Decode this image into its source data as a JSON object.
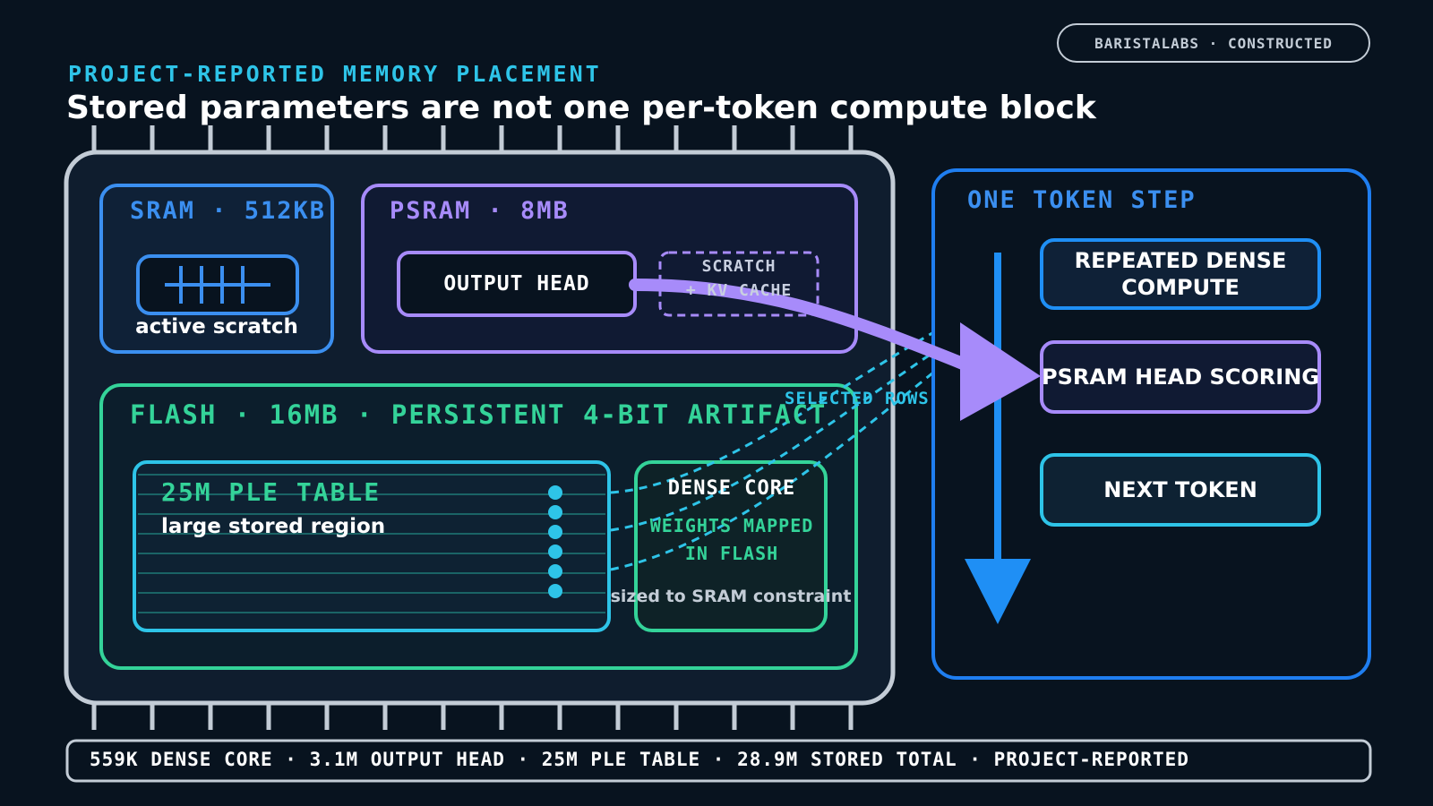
{
  "header": {
    "brand": "BARISTALABS · CONSTRUCTED",
    "eyebrow": "PROJECT-REPORTED MEMORY PLACEMENT",
    "title": "Stored parameters are not one per-token compute block"
  },
  "sram": {
    "label": "SRAM · 512KB",
    "caption": "active scratch"
  },
  "psram": {
    "label": "PSRAM · 8MB",
    "output_head": "OUTPUT HEAD",
    "scratch_line1": "SCRATCH",
    "scratch_line2": "+ KV CACHE"
  },
  "flash": {
    "label": "FLASH · 16MB · PERSISTENT 4-BIT ARTIFACT",
    "ple_title": "25M PLE TABLE",
    "ple_sub": "large stored region",
    "dense_title": "DENSE CORE",
    "dense_sub_line1": "WEIGHTS MAPPED",
    "dense_sub_line2": "IN FLASH",
    "dense_note": "sized to SRAM constraint"
  },
  "connector": {
    "selected_rows": "SELECTED ROWS"
  },
  "token_step": {
    "label": "ONE TOKEN STEP",
    "step1": "REPEATED DENSE COMPUTE",
    "step2": "PSRAM HEAD SCORING",
    "step3": "NEXT TOKEN"
  },
  "footer": {
    "text": "559K DENSE CORE · 3.1M OUTPUT HEAD · 25M PLE TABLE · 28.9M STORED TOTAL · PROJECT-REPORTED"
  },
  "colors": {
    "background": "#08131f",
    "sram": "#3b8ff0",
    "psram": "#a78bfa",
    "flash": "#34d399",
    "ple": "#2ec4e8",
    "chip": "#c3ccd6"
  }
}
